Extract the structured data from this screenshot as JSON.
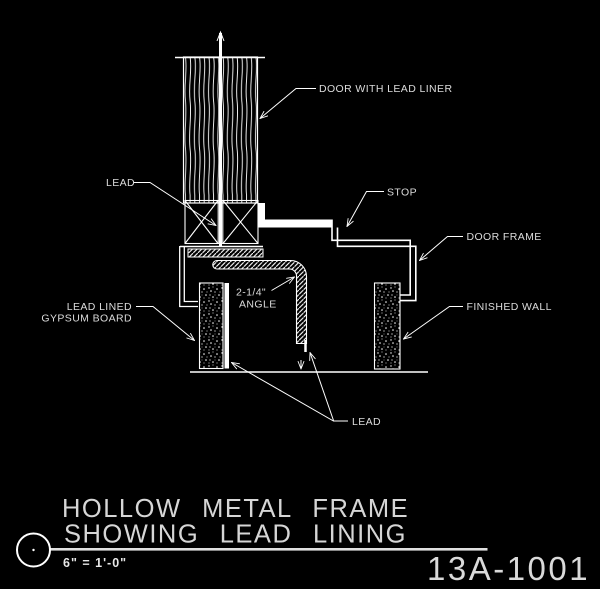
{
  "colors": {
    "background": "#000000",
    "line": "#ffffff",
    "text": "#dcdcdc"
  },
  "drawing": {
    "labels": {
      "door_liner": "DOOR WITH LEAD LINER",
      "lead_upper": "LEAD",
      "stop": "STOP",
      "door_frame": "DOOR FRAME",
      "finished_wall": "FINISHED WALL",
      "gypsum_line1": "LEAD LINED",
      "gypsum_line2": "GYPSUM BOARD",
      "angle_line1": "2-1/4\"",
      "angle_line2": "ANGLE",
      "lead_lower": "LEAD"
    }
  },
  "title_block": {
    "title_line1": "HOLLOW METAL FRAME",
    "title_line2": "SHOWING LEAD LINING",
    "scale": "6\" = 1'-0\"",
    "drawing_number": "13A-1001"
  }
}
